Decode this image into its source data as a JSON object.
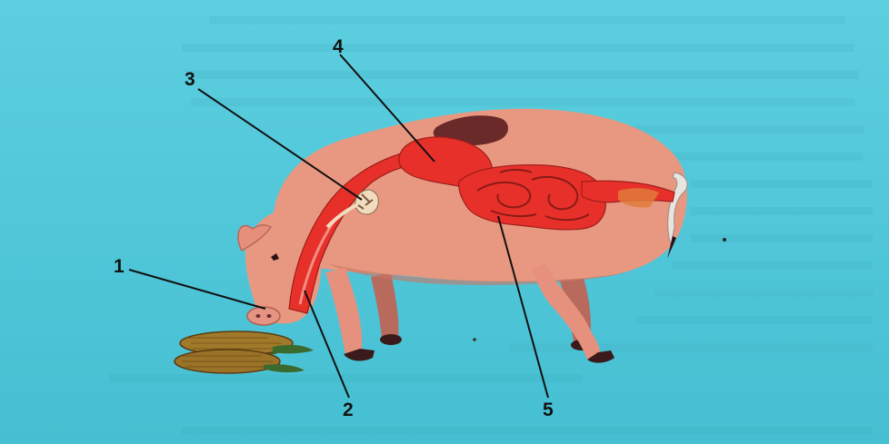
{
  "labels": {
    "mouth": "1",
    "esophagus": "2",
    "salivary_glands": "3",
    "stomach": "4",
    "intestines": "5"
  },
  "colors": {
    "background": "#4fc7d9",
    "body": "#e89880",
    "body_shadow": "#c86c5c",
    "organ": "#e8302a",
    "organ_dark": "#9e1e1a",
    "liver": "#6a2a2a",
    "corn": "#a07a2a",
    "leaf": "#3b6a2e"
  }
}
